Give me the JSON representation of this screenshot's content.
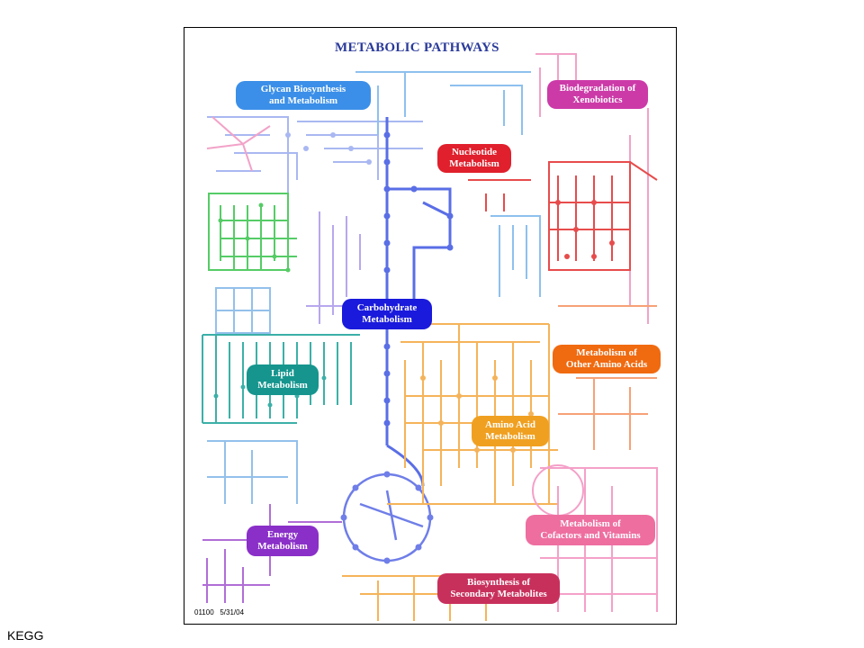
{
  "title": "METABOLIC PATHWAYS",
  "map_id": "01100",
  "map_date": "5/31/04",
  "source": "KEGG",
  "categories": [
    {
      "line1": "Glycan Biosynthesis",
      "line2": "and Metabolism",
      "color": "#3b8fe8"
    },
    {
      "line1": "Biodegradation of",
      "line2": "Xenobiotics",
      "color": "#cc3aa8"
    },
    {
      "line1": "Nucleotide",
      "line2": "Metabolism",
      "color": "#e0202c"
    },
    {
      "line1": "Carbohydrate",
      "line2": "Metabolism",
      "color": "#1a1adc"
    },
    {
      "line1": "Lipid",
      "line2": "Metabolism",
      "color": "#15958e"
    },
    {
      "line1": "Metabolism of",
      "line2": "Other Amino Acids",
      "color": "#f06a10"
    },
    {
      "line1": "Amino Acid",
      "line2": "Metabolism",
      "color": "#f0a020"
    },
    {
      "line1": "Energy",
      "line2": "Metabolism",
      "color": "#8a2fc8"
    },
    {
      "line1": "Metabolism of",
      "line2": "Cofactors and Vitamins",
      "color": "#ee6ea0"
    },
    {
      "line1": "Biosynthesis of",
      "line2": "Secondary Metabolites",
      "color": "#c8305c"
    }
  ]
}
